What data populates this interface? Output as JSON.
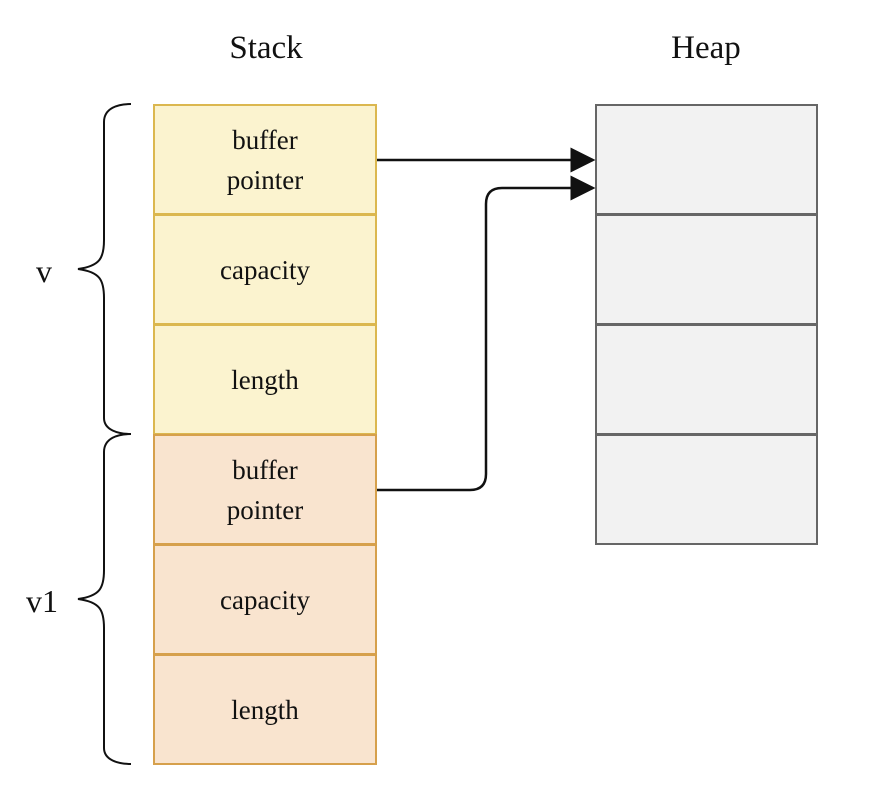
{
  "titles": {
    "stack": "Stack",
    "heap": "Heap"
  },
  "groups": [
    {
      "label": "v"
    },
    {
      "label": "v1"
    }
  ],
  "stack_cells": {
    "v": [
      {
        "label": "buffer\npointer"
      },
      {
        "label": "capacity"
      },
      {
        "label": "length"
      }
    ],
    "v1": [
      {
        "label": "buffer\npointer"
      },
      {
        "label": "capacity"
      },
      {
        "label": "length"
      }
    ]
  },
  "heap_cells": 4,
  "colors": {
    "v_fill": "#fbf3cf",
    "v_border": "#dbb74f",
    "v1_fill": "#f9e4cf",
    "v1_border": "#d6a04c",
    "heap_fill": "#f2f2f2",
    "heap_border": "#666666",
    "line": "#111111"
  }
}
